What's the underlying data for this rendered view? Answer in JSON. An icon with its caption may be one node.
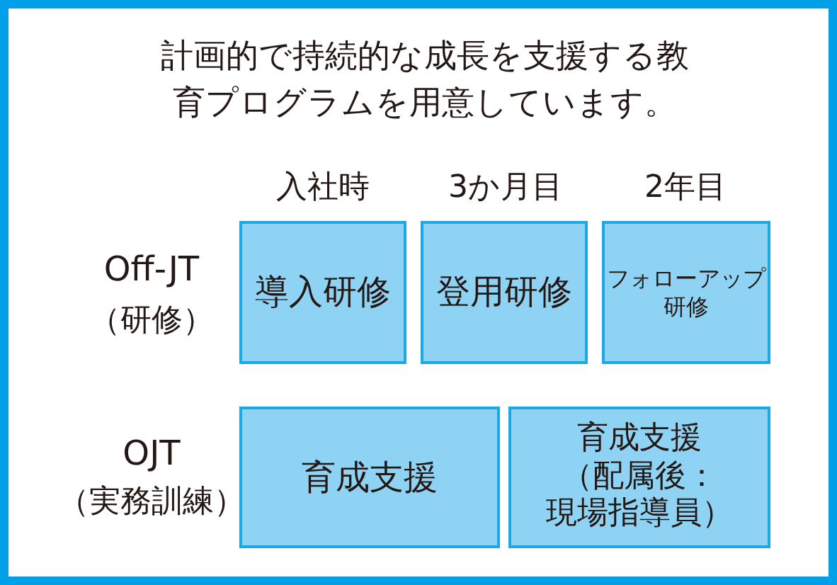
{
  "diagram": {
    "title": "計画的で持続的な成長を支援する教育プログラムを用意しています。",
    "nodes": [
      {
        "text": [
          "導入研修"
        ]
      },
      {
        "text": [
          "登用研修"
        ]
      },
      {
        "text": [
          "フォローアップ研修"
        ]
      },
      {
        "text": [
          "育成支援"
        ]
      },
      {
        "text": [
          "育成支援（配属後：現場指導員）"
        ]
      }
    ],
    "labels": [
      "入社時",
      "3か月目",
      "2年目",
      "Off-JT",
      "（研修）",
      "OJT",
      "（実務訓練）"
    ]
  }
}
